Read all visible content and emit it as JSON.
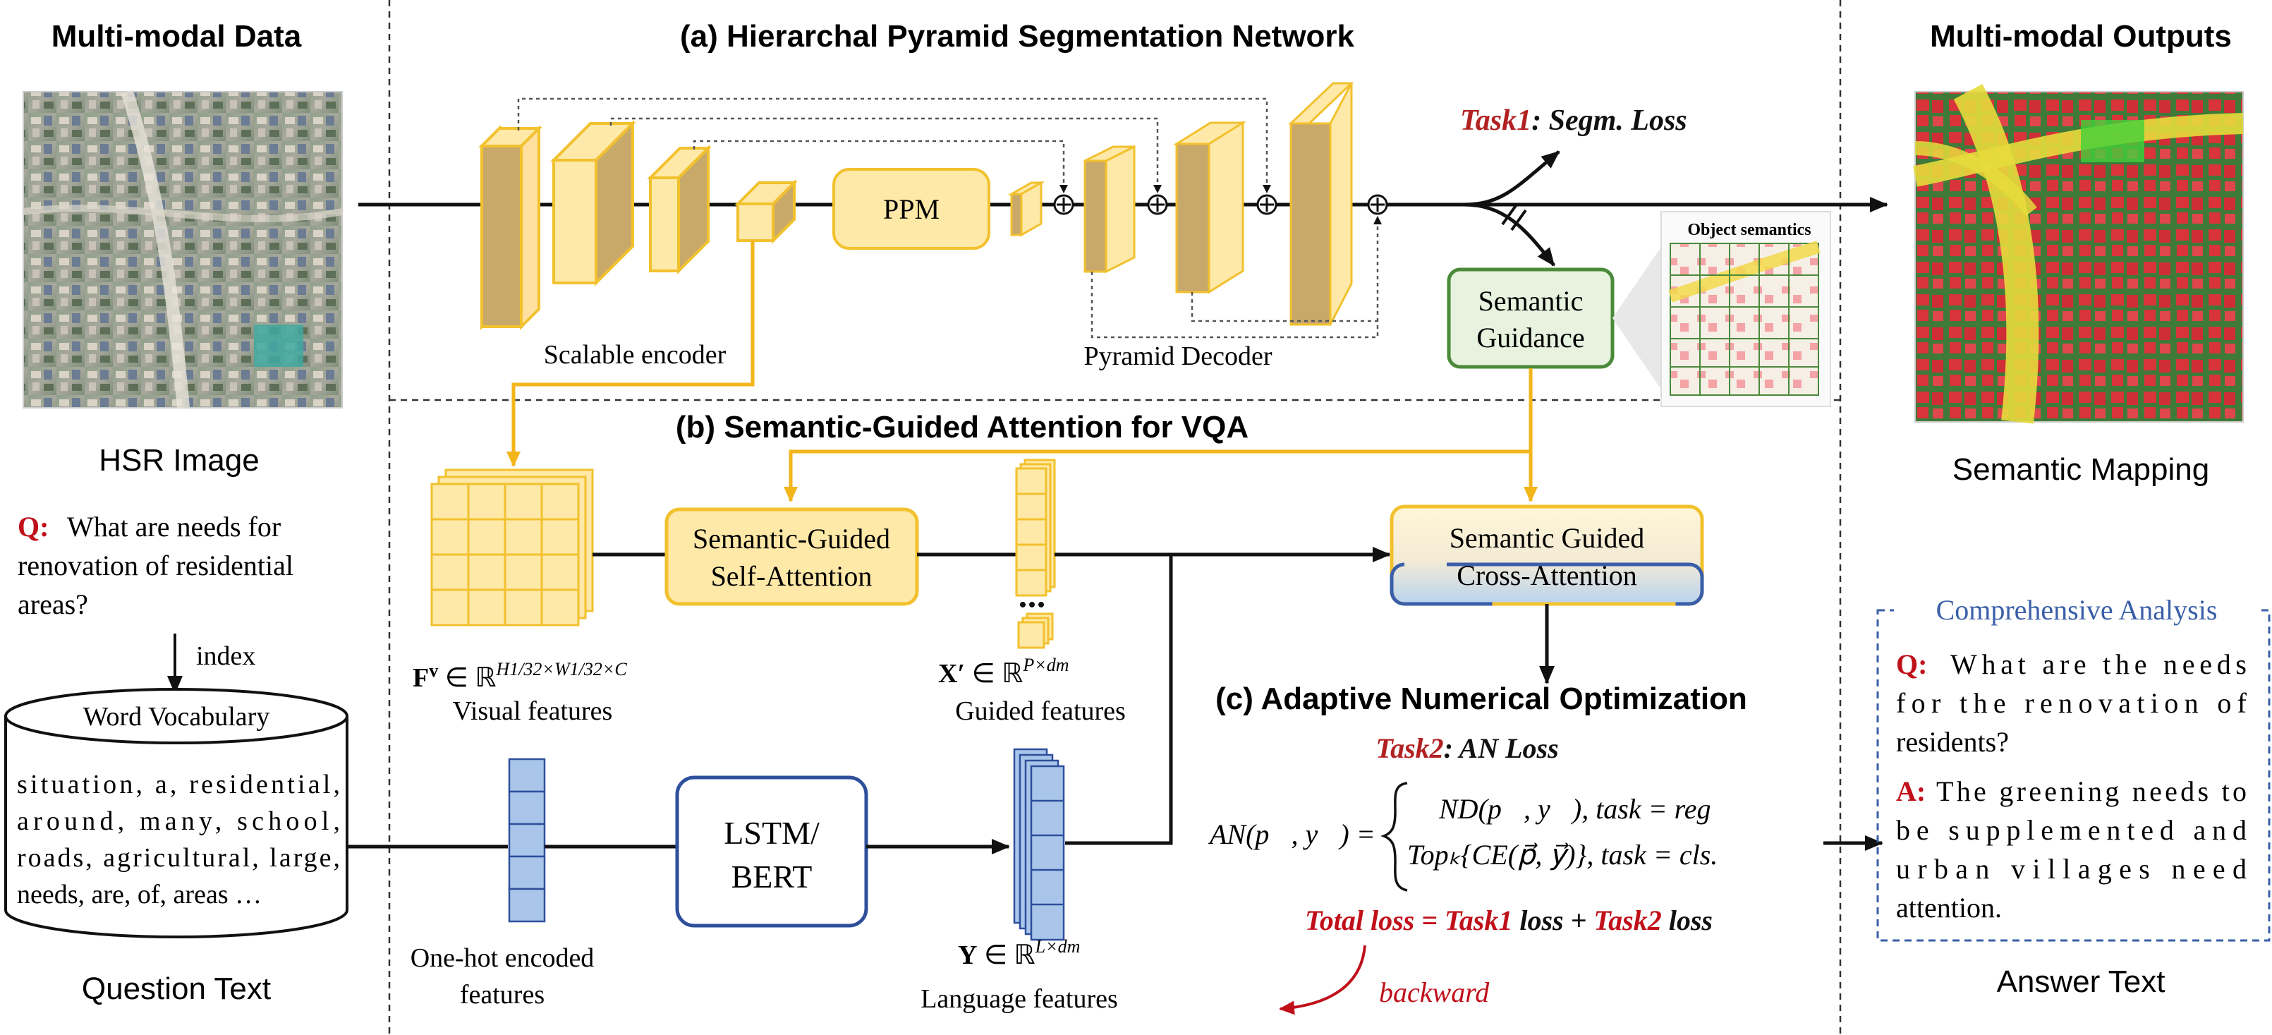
{
  "left_panel": {
    "title": "Multi-modal Data",
    "image_caption": "HSR Image",
    "question_prefix": "Q:",
    "question_lines": [
      "What are needs for",
      "renovation of residential",
      "areas?"
    ],
    "index_label": "index",
    "vocab_title": "Word Vocabulary",
    "vocab_lines": [
      "situation, a, residential,",
      "around, many, school,",
      "roads, agricultural, large,",
      "needs, are, of, areas …"
    ],
    "caption": "Question Text"
  },
  "section_a": {
    "title": "(a) Hierarchal Pyramid Segmentation Network",
    "ppm_label": "PPM",
    "encoder_label": "Scalable encoder",
    "decoder_label": "Pyramid Decoder",
    "task1_prefix": "Task1",
    "task1_suffix": ": Segm. Loss",
    "guidance_line1": "Semantic",
    "guidance_line2": "Guidance",
    "object_semantics_label": "Object semantics"
  },
  "section_b": {
    "title": "(b) Semantic-Guided Attention for VQA",
    "self_attn_line1": "Semantic-Guided",
    "self_attn_line2": "Self-Attention",
    "cross_attn_line1": "Semantic Guided",
    "cross_attn_line2": "Cross-Attention",
    "visual_formula": "F",
    "visual_formula_sup": "v",
    "visual_formula_rest": " ∈ ℝ",
    "visual_formula_exp": "H1/32×W1/32×C",
    "visual_label": "Visual features",
    "guided_formula": "X′",
    "guided_formula_rest": " ∈ ℝ",
    "guided_formula_exp": "P×dm",
    "guided_label": "Guided features",
    "onehot_line1": "One-hot encoded",
    "onehot_line2": "features",
    "lstm_line1": "LSTM/",
    "lstm_line2": "BERT",
    "lang_formula": "Y",
    "lang_formula_rest": " ∈ ℝ",
    "lang_formula_exp": "L×dm",
    "lang_label": "Language features"
  },
  "section_c": {
    "title": "(c) Adaptive Numerical Optimization",
    "task2_prefix": "Task2",
    "task2_suffix": ": AN Loss",
    "an_lhs": "AN(p⃗, y⃗) =",
    "an_case1": "ND(p⃗, y⃗), task = reg",
    "an_case2": "Topₖ{CE(p⃗, y⃗)}, task = cls.",
    "total_word": "Total",
    "total_loss": " loss = ",
    "total_task1": "Task1",
    "total_plus": " loss + ",
    "total_task2": "Task2",
    "total_end": " loss",
    "backward_label": "backward"
  },
  "right_panel": {
    "title": "Multi-modal Outputs",
    "mapping_caption": "Semantic Mapping",
    "analysis_title": "Comprehensive Analysis",
    "q_prefix": "Q:",
    "q_lines": [
      "What are the needs",
      "for the renovation of",
      "residents?"
    ],
    "a_prefix": "A:",
    "a_lines": [
      "The greening needs to",
      "be supplemented and",
      "urban villages need",
      "attention."
    ],
    "caption": "Answer Text"
  },
  "colors": {
    "block_fill": "#c9a96a",
    "block_face": "#ffe9a8",
    "block_edge": "#f2c12e",
    "accent_red": "#b22222",
    "guidance_green": "#4a8a3a",
    "lstm_blue": "#2e4f9c",
    "feature_blue": "#a9c6ea",
    "analysis_blue": "#3a5fa8"
  }
}
